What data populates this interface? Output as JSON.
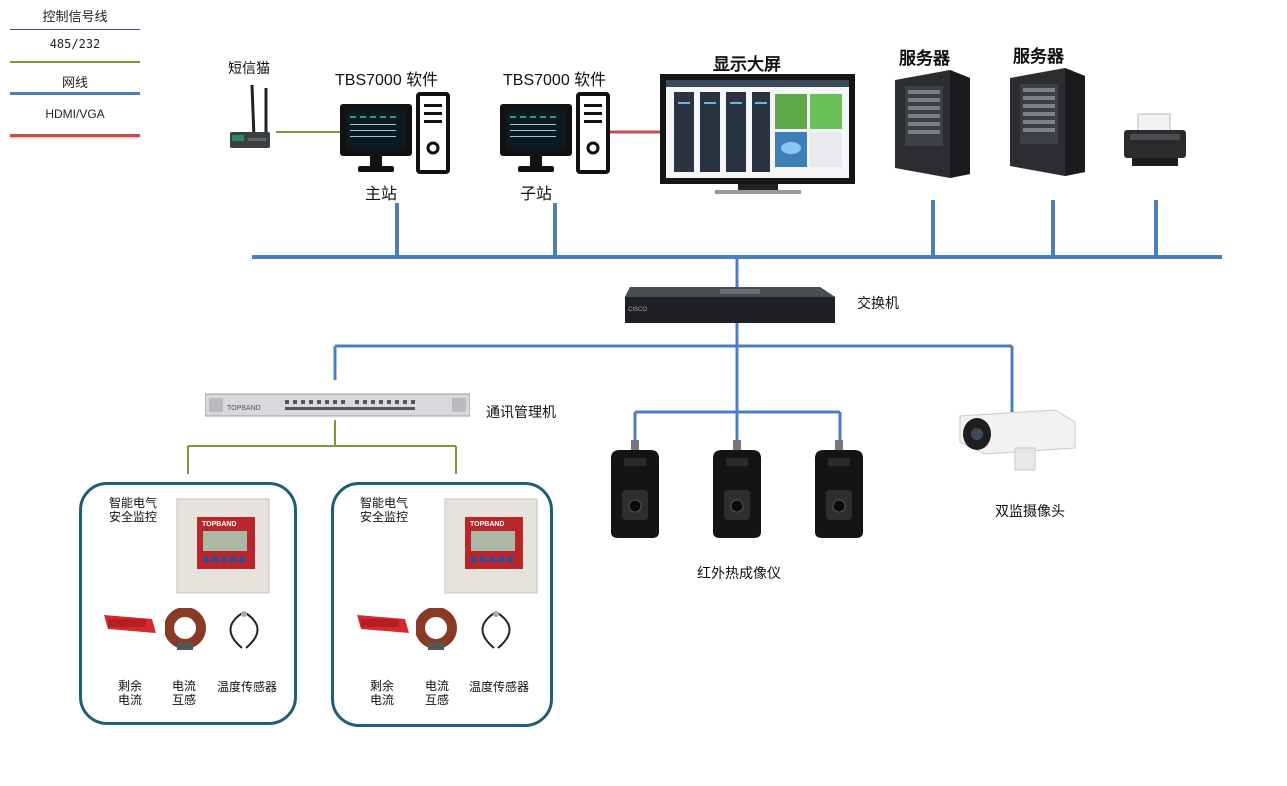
{
  "legend": {
    "control": "控制信号线",
    "rs485": "485/232",
    "network": "网线",
    "hdmi": "HDMI/VGA"
  },
  "colors": {
    "control": "#3b4f8f",
    "rs485": "#7a9a3a",
    "network": "#4a7fbf",
    "hdmi": "#c0504d",
    "box_border": "#1f5f73"
  },
  "nodes": {
    "sms_cat": "短信猫",
    "main_software": "TBS7000 软件",
    "main_station": "主站",
    "sub_software": "TBS7000 软件",
    "sub_station": "子站",
    "display": "显示大屏",
    "server1": "服务器",
    "server2": "服务器",
    "switch": "交换机",
    "comm_manager": "通讯管理机",
    "thermal_imager": "红外热成像仪",
    "dual_camera": "双监摄像头"
  },
  "monitor_boxes": [
    {
      "title_line1": "智能电气",
      "title_line2": "安全监控",
      "device_brand": "TOPBAND",
      "sensor1_line1": "剩余",
      "sensor1_line2": "电流",
      "sensor2_line1": "电流",
      "sensor2_line2": "互感",
      "sensor3": "温度传感器"
    },
    {
      "title_line1": "智能电气",
      "title_line2": "安全监控",
      "device_brand": "TOPBAND",
      "sensor1_line1": "剩余",
      "sensor1_line2": "电流",
      "sensor2_line1": "电流",
      "sensor2_line2": "互感",
      "sensor3": "温度传感器"
    }
  ],
  "rack_brand": "TOPBAND",
  "switch_brand": "CISCO"
}
